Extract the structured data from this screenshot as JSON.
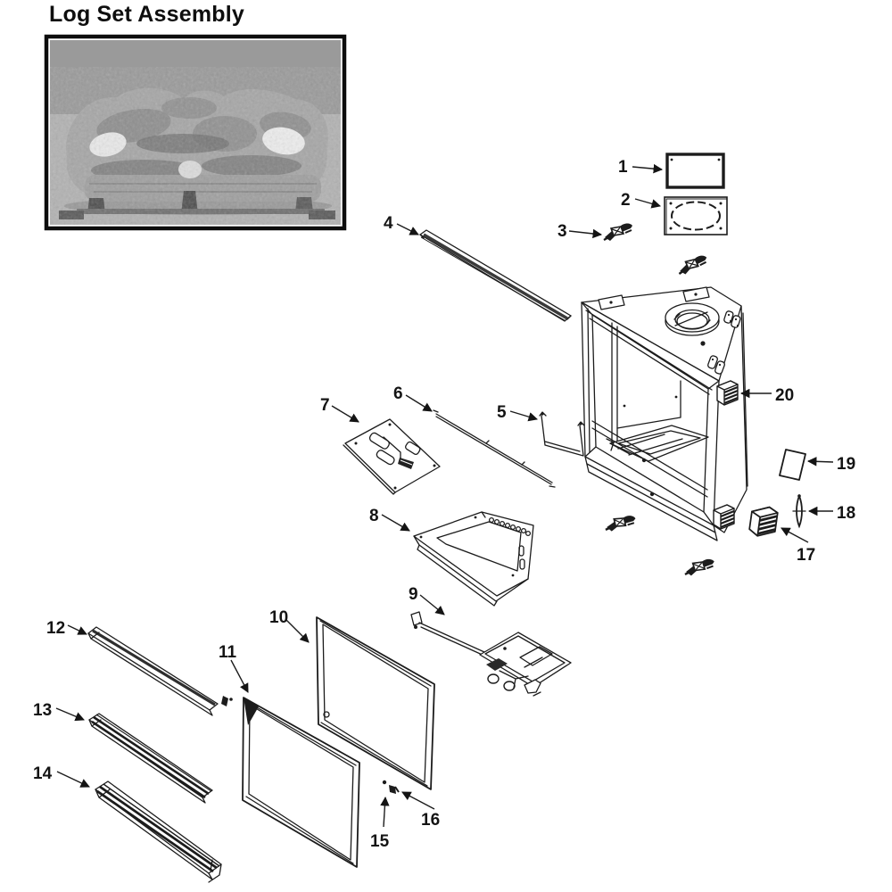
{
  "title": "Log Set Assembly",
  "callouts": {
    "c1": "1",
    "c2": "2",
    "c3": "3",
    "c4": "4",
    "c5": "5",
    "c6": "6",
    "c7": "7",
    "c8": "8",
    "c9": "9",
    "c10": "10",
    "c11": "11",
    "c12": "12",
    "c13": "13",
    "c14": "14",
    "c15": "15",
    "c16": "16",
    "c17": "17",
    "c18": "18",
    "c19": "19",
    "c20": "20"
  },
  "colors": {
    "line": "#1c1c1c",
    "photo_wall": "#9a9a9a",
    "photo_floor": "#b2b2b2"
  }
}
